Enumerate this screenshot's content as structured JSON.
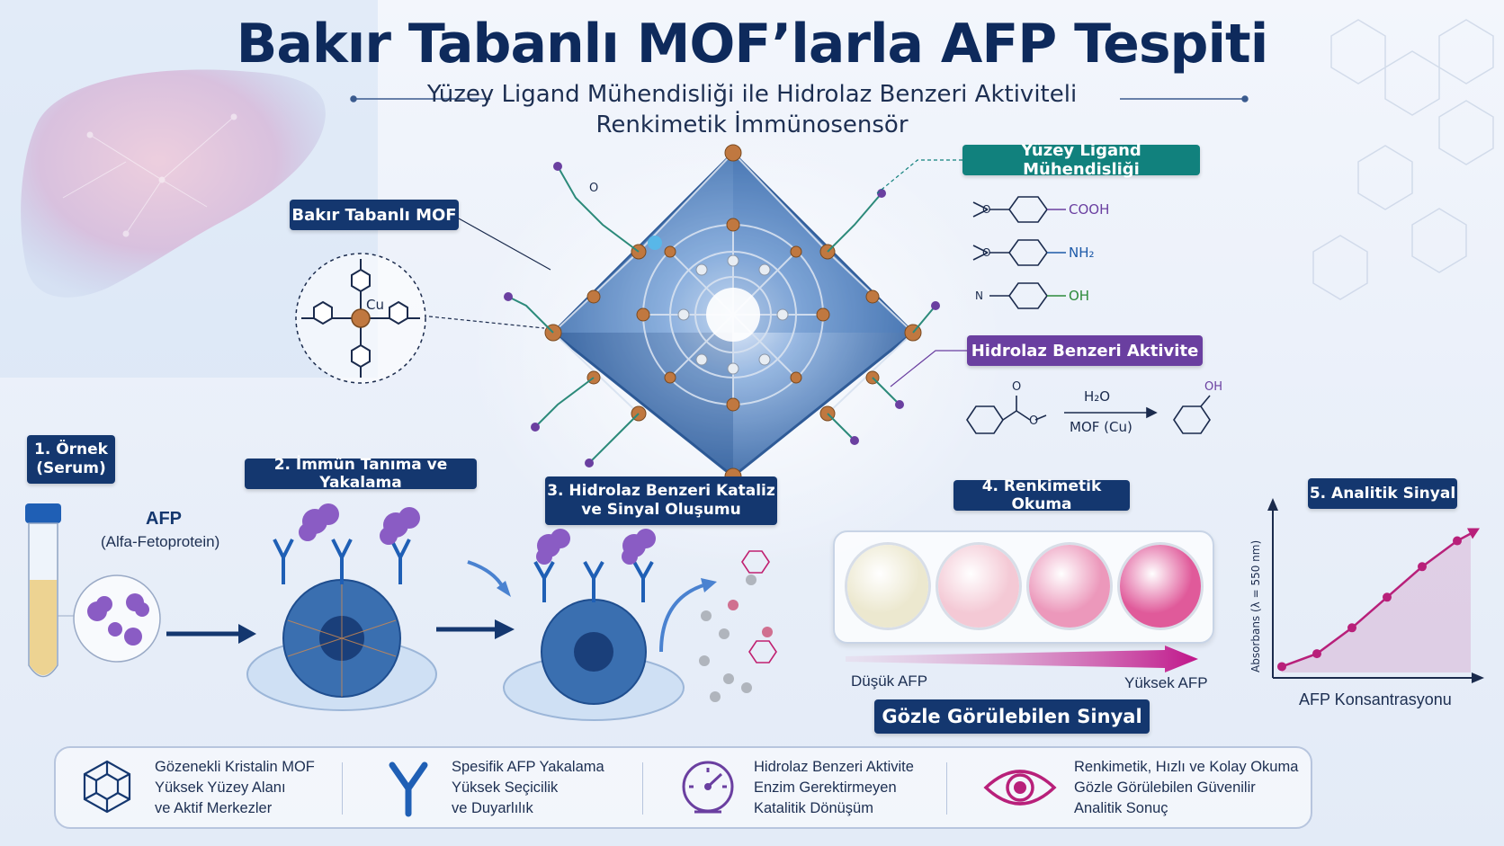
{
  "header": {
    "title": "Bakır Tabanlı MOF’larla AFP Tespiti",
    "subtitle_line1": "Yüzey Ligand Mühendisliği ile Hidrolaz Benzeri Aktiviteli",
    "subtitle_line2": "Renkimetik İmmünosensör"
  },
  "mof": {
    "label": "Bakır Tabanlı MOF",
    "metal_symbol": "Cu"
  },
  "ligand": {
    "label": "Yüzey Ligand Mühendisliği",
    "groups": [
      "COOH",
      "NH₂",
      "OH"
    ],
    "ligand_prefix": [
      "O",
      "O",
      "N"
    ]
  },
  "hydrolase": {
    "label": "Hidrolaz Benzeri Aktivite",
    "reagent": "H₂O",
    "catalyst": "MOF (Cu)",
    "product_group": "OH",
    "substrate_atoms": [
      "O",
      "O"
    ]
  },
  "steps": {
    "s1": "1. Örnek\n(Serum)",
    "s1_line1": "1. Örnek",
    "s1_line2": "(Serum)",
    "afp_title": "AFP",
    "afp_full": "(Alfa-Fetoprotein)",
    "s2": "2. İmmün Tanıma ve Yakalama",
    "s3_line1": "3. Hidrolaz Benzeri Kataliz",
    "s3_line2": "ve Sinyal Oluşumu",
    "s4": "4. Renkimetik Okuma",
    "s5": "5. Analitik Sinyal",
    "low_afp": "Düşük AFP",
    "high_afp": "Yüksek AFP",
    "visible_signal": "Gözle Görülebilen Sinyal"
  },
  "wells": {
    "colors": [
      "#ece8cf",
      "#f4c9d5",
      "#ec98bb",
      "#e05a9a"
    ]
  },
  "chart_data": {
    "type": "line",
    "title": "5. Analitik Sinyal",
    "xlabel": "AFP Konsantrasyonu",
    "ylabel": "Absorbans (λ = 550 nm)",
    "x": [
      1,
      2,
      3,
      4,
      5,
      6
    ],
    "values": [
      0.05,
      0.16,
      0.38,
      0.64,
      0.9,
      1.12
    ],
    "ylim": [
      0,
      1.3
    ],
    "color": "#b8207a"
  },
  "features": [
    {
      "icon": "crystal-mof-icon",
      "lines": [
        "Gözenekli Kristalin MOF",
        "Yüksek Yüzey Alanı",
        "ve Aktif Merkezler"
      ]
    },
    {
      "icon": "antibody-icon",
      "lines": [
        "Spesifik AFP Yakalama",
        "Yüksek Seçicilik",
        "ve Duyarlılık"
      ]
    },
    {
      "icon": "gauge-icon",
      "lines": [
        "Hidrolaz Benzeri Aktivite",
        "Enzim Gerektirmeyen",
        "Katalitik Dönüşüm"
      ]
    },
    {
      "icon": "eye-icon",
      "lines": [
        "Renkimetik, Hızlı ve Kolay Okuma",
        "Gözle Görülebilen Güvenilir",
        "Analitik Sonuç"
      ]
    }
  ],
  "colors": {
    "navy": "#14376f",
    "teal": "#11817d",
    "purple": "#6a3fa0",
    "magenta": "#b8207a",
    "copper": "#c07840",
    "mof_blue": "#3a6fb0"
  }
}
